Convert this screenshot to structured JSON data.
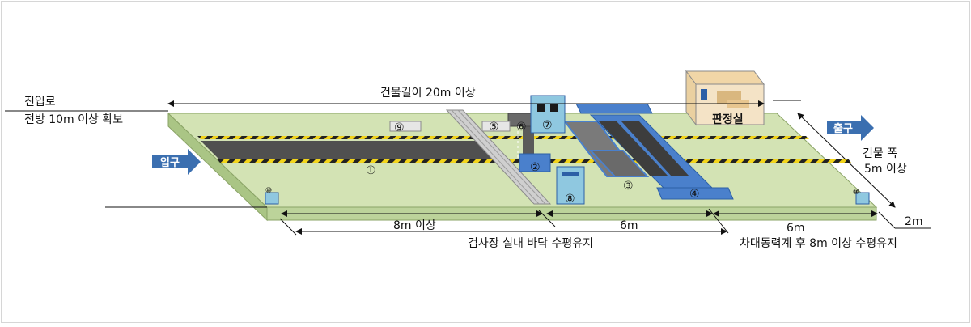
{
  "labels": {
    "approach_line1": "진입로",
    "approach_line2": "전방 10m 이상 확보",
    "building_length": "건물길이 20m 이상",
    "entrance": "입구",
    "exit": "출구",
    "building_width_line1": "건물 폭",
    "building_width_line2": "5m 이상",
    "judge_room": "판정실",
    "dim_8m": "8m 이상",
    "dim_6m_a": "6m",
    "dim_6m_b": "6m",
    "dim_2m": "2m",
    "floor_note": "검사장 실내 바닥 수평유지",
    "dyno_note": "차대동력계 후 8m 이상 수평유지"
  },
  "markers": {
    "m1": "①",
    "m2": "②",
    "m3": "③",
    "m4": "④",
    "m5": "⑤",
    "m6": "⑥",
    "m7": "⑦",
    "m8": "⑧",
    "m9": "⑨",
    "m10a": "⑩",
    "m10b": "⑩"
  },
  "colors": {
    "floor": "#d3e3b4",
    "floor_edge": "#8aa366",
    "lane": "#505050",
    "hazard_yellow": "#f2d41a",
    "arrow_blue": "#3b6fb0",
    "equipment_blue": "#4a80cc",
    "booth": "#8fc8e0"
  }
}
